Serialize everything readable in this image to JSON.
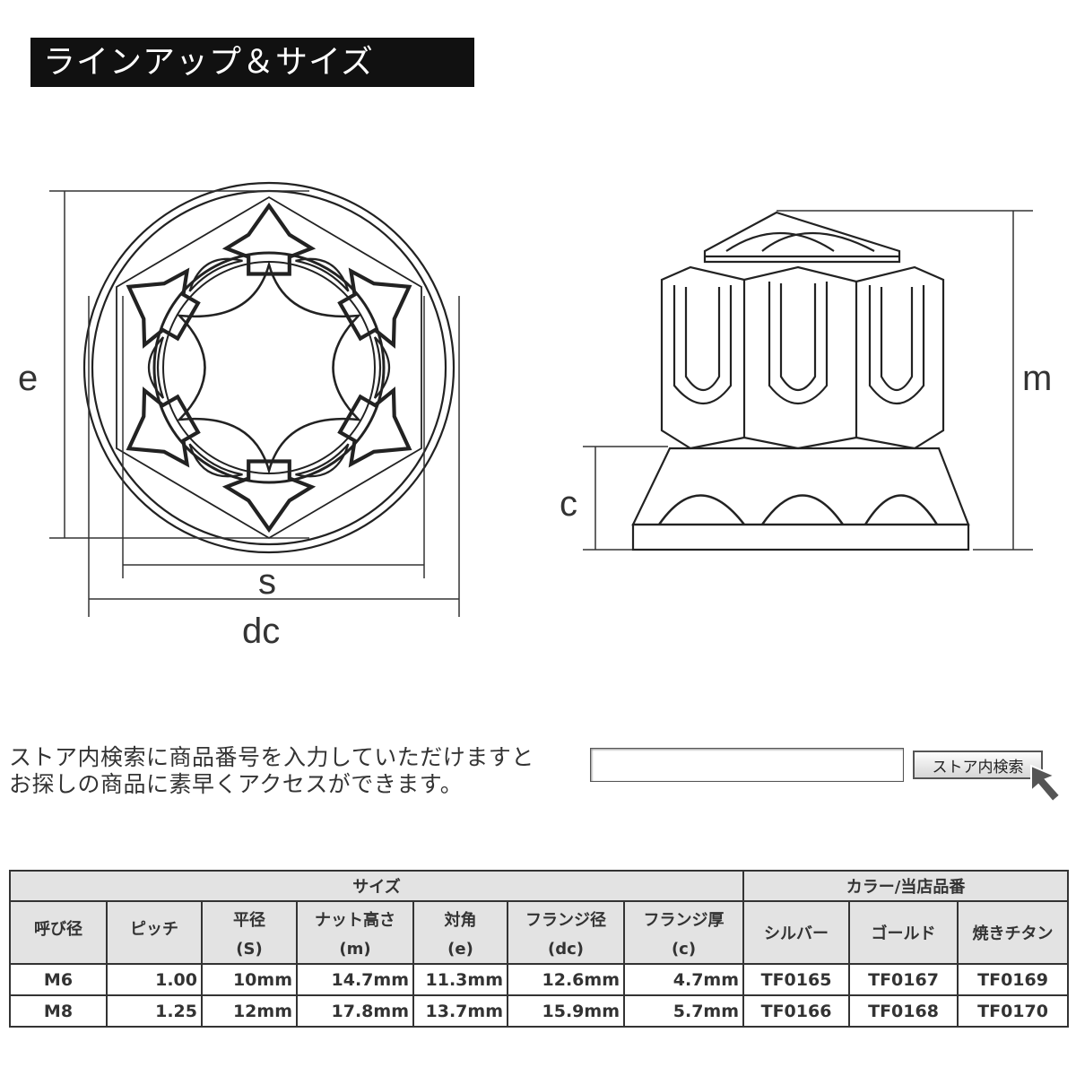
{
  "header": {
    "title": "ラインアップ＆サイズ"
  },
  "diagram": {
    "labels": {
      "e": "e",
      "s": "s",
      "dc": "dc",
      "m": "m",
      "c": "c"
    }
  },
  "search": {
    "description_line1": "ストア内検索に商品番号を入力していただけますと",
    "description_line2": "お探しの商品に素早くアクセスができます。",
    "input_value": "",
    "button_label": "ストア内検索"
  },
  "table": {
    "group_size": "サイズ",
    "group_color": "カラー/当店品番",
    "columns": [
      {
        "l1": "呼び径",
        "l2": ""
      },
      {
        "l1": "ピッチ",
        "l2": ""
      },
      {
        "l1": "平径",
        "l2": "(S)"
      },
      {
        "l1": "ナット高さ",
        "l2": "(m)"
      },
      {
        "l1": "対角",
        "l2": "(e)"
      },
      {
        "l1": "フランジ径",
        "l2": "(dc)"
      },
      {
        "l1": "フランジ厚",
        "l2": "(c)"
      }
    ],
    "color_columns": [
      "シルバー",
      "ゴールド",
      "焼きチタン"
    ],
    "rows": [
      [
        "M6",
        "1.00",
        "10mm",
        "14.7mm",
        "11.3mm",
        "12.6mm",
        "4.7mm",
        "TF0165",
        "TF0167",
        "TF0169"
      ],
      [
        "M8",
        "1.25",
        "12mm",
        "17.8mm",
        "13.7mm",
        "15.9mm",
        "5.7mm",
        "TF0166",
        "TF0168",
        "TF0170"
      ]
    ]
  }
}
